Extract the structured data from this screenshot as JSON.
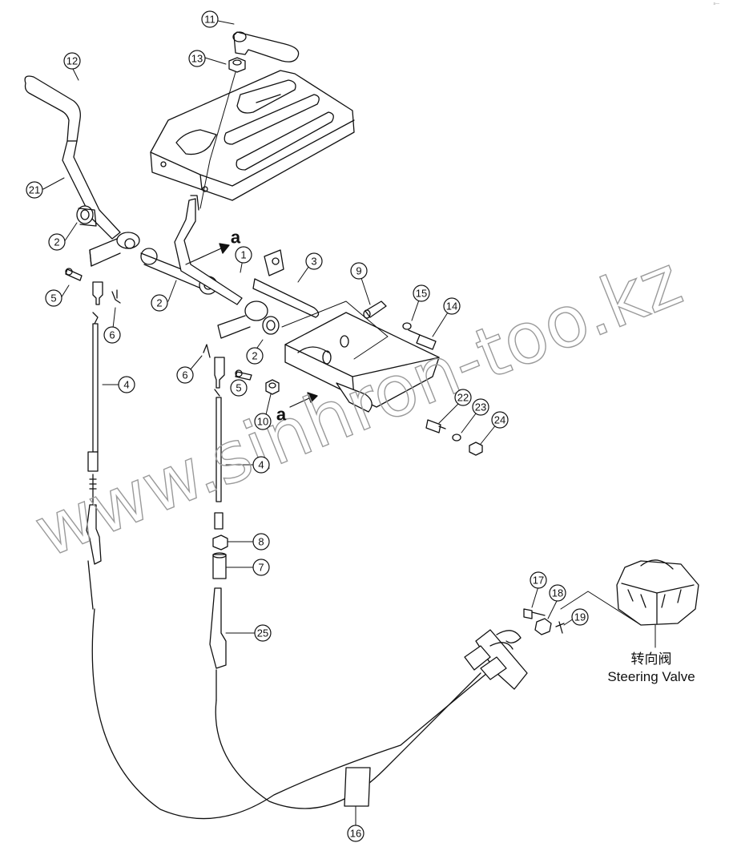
{
  "callouts": [
    "11",
    "12",
    "13",
    "21",
    "2",
    "2",
    "1",
    "3",
    "9",
    "15",
    "14",
    "5",
    "6",
    "2",
    "6",
    "4",
    "5",
    "10",
    "22",
    "23",
    "24",
    "4",
    "8",
    "7",
    "17",
    "18",
    "19",
    "25",
    "16"
  ],
  "reference_letters": [
    "a",
    "a"
  ],
  "watermark": "www.sinhron-too.kz",
  "legend": {
    "chinese": "转向阀",
    "english": "Steering Valve"
  },
  "corner_mark": "s—"
}
